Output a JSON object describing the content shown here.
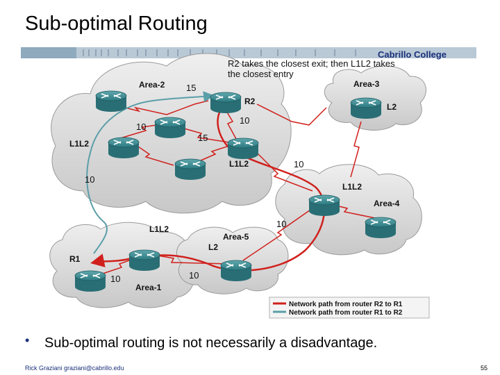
{
  "title": "Sub-optimal Routing",
  "college": "Cabrillo College",
  "annotation": {
    "line1": "R2 takes the closest exit; then L1L2 takes",
    "line2": "the closest entry"
  },
  "areas": {
    "area1": "Area-1",
    "area2": "Area-2",
    "area3": "Area-3",
    "area4": "Area-4",
    "area5": "Area-5"
  },
  "routers": {
    "r1": "R1",
    "r2": "R2",
    "l1l2_left": "L1L2",
    "l1l2_center": "L1L2",
    "l1l2_area4": "L1L2",
    "l1l2_area1": "L1L2",
    "l2_area3": "L2",
    "l2_area5": "L2"
  },
  "costs": {
    "c_a2_top": "15",
    "c_a2_mid": "10",
    "c_a2_center": "15",
    "c_r2_down": "10",
    "c_center_right": "10",
    "c_left_down": "10",
    "c_a4_left": "10",
    "c_a1_r1": "10",
    "c_a1_right": "10"
  },
  "legend": {
    "red_label": "Network path from router R2 to R1",
    "teal_label": "Network path from router R1 to R2"
  },
  "colors": {
    "red_path": "#d0201c",
    "teal_path": "#5a9ea8",
    "router": "#2f7f86",
    "cloud": "#dcdcdc",
    "link": "#d0201c"
  },
  "bullet": "Sub-optimal routing is not necessarily a disadvantage.",
  "footer_left": "Rick Graziani  graziani@cabrillo.edu",
  "page_number": "55"
}
